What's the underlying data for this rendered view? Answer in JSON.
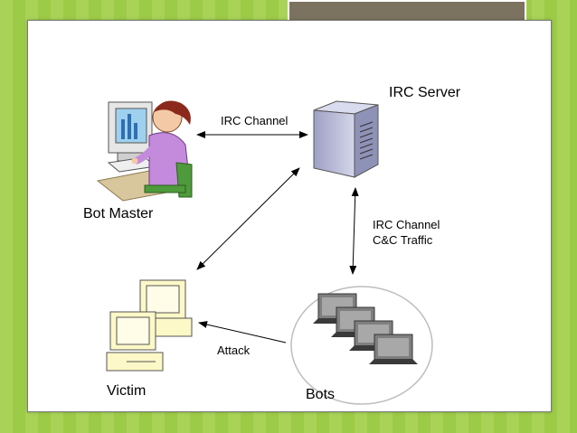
{
  "nodes": {
    "bot_master": "Bot Master",
    "irc_server": "IRC Server",
    "victim": "Victim",
    "bots": "Bots"
  },
  "edges": {
    "master_server": "IRC Channel",
    "server_bots_line1": "IRC Channel",
    "server_bots_line2": "C&C Traffic",
    "bots_victim": "Attack"
  },
  "colors": {
    "background_green": "#a9d357",
    "title_bar": "#7b7260",
    "victim_monitor": "#fdf8c7",
    "bots_monitor": "#8a8a8a",
    "server_body": "#b9bcd6"
  }
}
